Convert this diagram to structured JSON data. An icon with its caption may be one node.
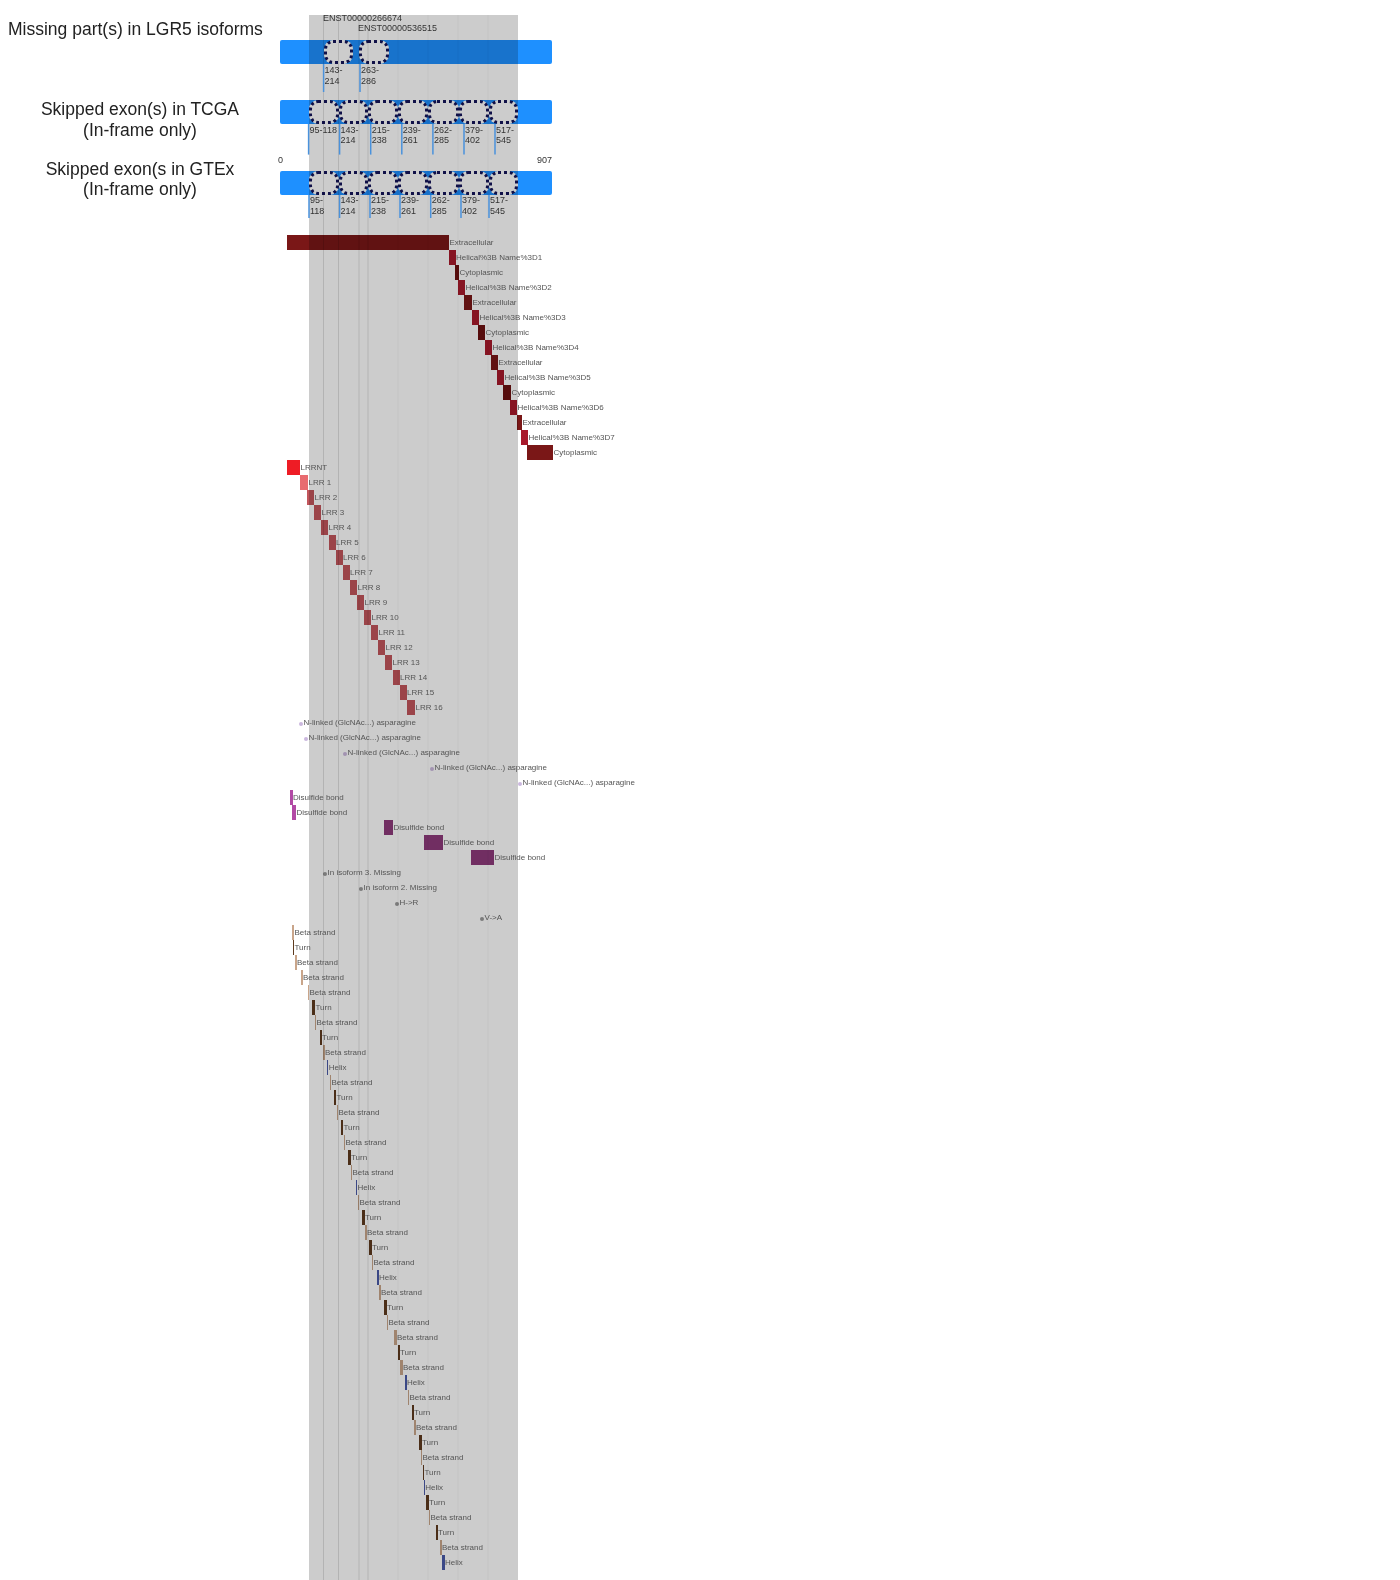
{
  "diagram": {
    "nodes": [
      {
        "text": [],
        "shape": "bar"
      },
      {
        "text": [],
        "shape": "box",
        "in": 0,
        "beside": [
          "143-214"
        ]
      },
      {
        "text": [],
        "shape": "box",
        "in": 0,
        "beside": [
          "263-286"
        ]
      },
      {
        "text": [],
        "shape": "bar"
      },
      {
        "text": [],
        "shape": "box",
        "in": 3,
        "beside": [
          "95-118"
        ]
      },
      {
        "text": [],
        "shape": "box",
        "in": 3,
        "beside": [
          "143-214"
        ]
      },
      {
        "text": [],
        "shape": "box",
        "in": 3,
        "beside": [
          "215-238"
        ]
      },
      {
        "text": [],
        "shape": "box",
        "in": 3,
        "beside": [
          "239-261"
        ]
      },
      {
        "text": [],
        "shape": "box",
        "in": 3,
        "beside": [
          "262-285"
        ]
      },
      {
        "text": [],
        "shape": "box",
        "in": 3,
        "beside": [
          "379-402"
        ]
      },
      {
        "text": [],
        "shape": "box",
        "in": 3,
        "beside": [
          "517-545"
        ]
      },
      {
        "text": [],
        "shape": "bar"
      },
      {
        "text": [],
        "shape": "box",
        "in": 11,
        "beside": [
          "95-118"
        ]
      },
      {
        "text": [],
        "shape": "box",
        "in": 11,
        "beside": [
          "143-214"
        ]
      },
      {
        "text": [],
        "shape": "box",
        "in": 11,
        "beside": [
          "215-238"
        ]
      },
      {
        "text": [],
        "shape": "box",
        "in": 11,
        "beside": [
          "239-261"
        ]
      },
      {
        "text": [],
        "shape": "box",
        "in": 11,
        "beside": [
          "262-285"
        ]
      },
      {
        "text": [],
        "shape": "box",
        "in": 11,
        "beside": [
          "379-402"
        ]
      },
      {
        "text": [],
        "shape": "box",
        "in": 11,
        "beside": [
          "517-545"
        ]
      },
      {
        "text": [],
        "shape": "bar",
        "beside": [
          "Extracellular"
        ]
      },
      {
        "text": [],
        "shape": "bar",
        "beside": [
          "Helical%3B Name%3D1"
        ]
      },
      {
        "text": [],
        "shape": "bar",
        "beside": [
          "Cytoplasmic"
        ]
      },
      {
        "text": [],
        "shape": "bar",
        "beside": [
          "Helical%3B Name%3D2"
        ]
      },
      {
        "text": [],
        "shape": "bar",
        "beside": [
          "Extracellular"
        ]
      },
      {
        "text": [],
        "shape": "bar",
        "beside": [
          "Helical%3B Name%3D3"
        ]
      },
      {
        "text": [],
        "shape": "bar",
        "beside": [
          "Cytoplasmic"
        ]
      },
      {
        "text": [],
        "shape": "bar",
        "beside": [
          "Helical%3B Name%3D4"
        ]
      },
      {
        "text": [],
        "shape": "bar",
        "beside": [
          "Extracellular"
        ]
      },
      {
        "text": [],
        "shape": "bar",
        "beside": [
          "Helical%3B Name%3D5"
        ]
      },
      {
        "text": [],
        "shape": "bar",
        "beside": [
          "Cytoplasmic"
        ]
      },
      {
        "text": [],
        "shape": "bar",
        "beside": [
          "Helical%3B Name%3D6"
        ]
      },
      {
        "text": [],
        "shape": "bar",
        "beside": [
          "Extracellular"
        ]
      },
      {
        "text": [],
        "shape": "bar",
        "beside": [
          "Helical%3B Name%3D7"
        ]
      },
      {
        "text": [],
        "shape": "bar",
        "beside": [
          "Cytoplasmic"
        ]
      },
      {
        "text": [],
        "shape": "bar",
        "beside": [
          "LRRNT"
        ]
      },
      {
        "text": [],
        "shape": "bar",
        "beside": [
          "LRR 1"
        ]
      },
      {
        "text": [],
        "shape": "bar",
        "beside": [
          "LRR 2"
        ]
      },
      {
        "text": [],
        "shape": "bar",
        "beside": [
          "LRR 3"
        ]
      },
      {
        "text": [],
        "shape": "bar",
        "beside": [
          "LRR 4"
        ]
      },
      {
        "text": [],
        "shape": "bar",
        "beside": [
          "LRR 5"
        ]
      },
      {
        "text": [],
        "shape": "bar",
        "beside": [
          "LRR 6"
        ]
      },
      {
        "text": [],
        "shape": "bar",
        "beside": [
          "LRR 7"
        ]
      },
      {
        "text": [],
        "shape": "bar",
        "beside": [
          "LRR 8"
        ]
      },
      {
        "text": [],
        "shape": "bar",
        "beside": [
          "LRR 9"
        ]
      },
      {
        "text": [],
        "shape": "bar",
        "beside": [
          "LRR 10"
        ]
      },
      {
        "text": [],
        "shape": "bar",
        "beside": [
          "LRR 11"
        ]
      },
      {
        "text": [],
        "shape": "bar",
        "beside": [
          "LRR 12"
        ]
      },
      {
        "text": [],
        "shape": "bar",
        "beside": [
          "LRR 13"
        ]
      },
      {
        "text": [],
        "shape": "bar",
        "beside": [
          "LRR 14"
        ]
      },
      {
        "text": [],
        "shape": "bar",
        "beside": [
          "LRR 15"
        ]
      },
      {
        "text": [],
        "shape": "bar",
        "beside": [
          "LRR 16"
        ]
      },
      {
        "text": [],
        "shape": "circle",
        "beside": [
          "N-linked (GlcNAc...) asparagine"
        ]
      },
      {
        "text": [],
        "shape": "circle",
        "beside": [
          "N-linked (GlcNAc...) asparagine"
        ]
      },
      {
        "text": [],
        "shape": "circle",
        "beside": [
          "N-linked (GlcNAc...) asparagine"
        ]
      },
      {
        "text": [],
        "shape": "circle",
        "beside": [
          "N-linked (GlcNAc...) asparagine"
        ]
      },
      {
        "text": [],
        "shape": "circle",
        "beside": [
          "N-linked (GlcNAc...) asparagine"
        ]
      },
      {
        "text": [],
        "shape": "bar",
        "beside": [
          "Disulfide bond"
        ]
      },
      {
        "text": [],
        "shape": "bar",
        "beside": [
          "Disulfide bond"
        ]
      },
      {
        "text": [],
        "shape": "bar",
        "beside": [
          "Disulfide bond"
        ]
      },
      {
        "text": [],
        "shape": "bar",
        "beside": [
          "Disulfide bond"
        ]
      },
      {
        "text": [],
        "shape": "bar",
        "beside": [
          "Disulfide bond"
        ]
      },
      {
        "text": [],
        "shape": "circle",
        "beside": [
          "In isoform 3. Missing"
        ]
      },
      {
        "text": [],
        "shape": "circle",
        "beside": [
          "In isoform 2. Missing"
        ]
      },
      {
        "text": [],
        "shape": "circle",
        "beside": [
          "H->R"
        ]
      },
      {
        "text": [],
        "shape": "circle",
        "beside": [
          "V->A"
        ]
      },
      {
        "text": [],
        "shape": "bar",
        "beside": [
          "Beta strand"
        ]
      },
      {
        "text": [],
        "shape": "bar",
        "beside": [
          "Turn"
        ]
      },
      {
        "text": [],
        "shape": "bar",
        "beside": [
          "Beta strand"
        ]
      },
      {
        "text": [],
        "shape": "bar",
        "beside": [
          "Beta strand"
        ]
      },
      {
        "text": [],
        "shape": "bar",
        "beside": [
          "Beta strand"
        ]
      },
      {
        "text": [],
        "shape": "bar",
        "beside": [
          "Turn"
        ]
      },
      {
        "text": [],
        "shape": "bar",
        "beside": [
          "Beta strand"
        ]
      },
      {
        "text": [],
        "shape": "bar",
        "beside": [
          "Turn"
        ]
      },
      {
        "text": [],
        "shape": "bar",
        "beside": [
          "Beta strand"
        ]
      },
      {
        "text": [],
        "shape": "bar",
        "beside": [
          "Helix"
        ]
      },
      {
        "text": [],
        "shape": "bar",
        "beside": [
          "Beta strand"
        ]
      },
      {
        "text": [],
        "shape": "bar",
        "beside": [
          "Turn"
        ]
      },
      {
        "text": [],
        "shape": "bar",
        "beside": [
          "Beta strand"
        ]
      },
      {
        "text": [],
        "shape": "bar",
        "beside": [
          "Turn"
        ]
      },
      {
        "text": [],
        "shape": "bar",
        "beside": [
          "Beta strand"
        ]
      },
      {
        "text": [],
        "shape": "bar",
        "beside": [
          "Turn"
        ]
      },
      {
        "text": [],
        "shape": "bar",
        "beside": [
          "Beta strand"
        ]
      },
      {
        "text": [],
        "shape": "bar",
        "beside": [
          "Helix"
        ]
      },
      {
        "text": [],
        "shape": "bar",
        "beside": [
          "Beta strand"
        ]
      },
      {
        "text": [],
        "shape": "bar",
        "beside": [
          "Turn"
        ]
      },
      {
        "text": [],
        "shape": "bar",
        "beside": [
          "Beta strand"
        ]
      },
      {
        "text": [],
        "shape": "bar",
        "beside": [
          "Turn"
        ]
      },
      {
        "text": [],
        "shape": "bar",
        "beside": [
          "Beta strand"
        ]
      },
      {
        "text": [],
        "shape": "bar",
        "beside": [
          "Helix"
        ]
      },
      {
        "text": [],
        "shape": "bar",
        "beside": [
          "Beta strand"
        ]
      },
      {
        "text": [],
        "shape": "bar",
        "beside": [
          "Turn"
        ]
      },
      {
        "text": [],
        "shape": "bar",
        "beside": [
          "Beta strand"
        ]
      },
      {
        "text": [],
        "shape": "bar",
        "beside": [
          "Beta strand"
        ]
      },
      {
        "text": [],
        "shape": "bar",
        "beside": [
          "Turn"
        ]
      },
      {
        "text": [],
        "shape": "bar",
        "beside": [
          "Beta strand"
        ]
      },
      {
        "text": [],
        "shape": "bar",
        "beside": [
          "Helix"
        ]
      },
      {
        "text": [],
        "shape": "bar",
        "beside": [
          "Beta strand"
        ]
      },
      {
        "text": [],
        "shape": "bar",
        "beside": [
          "Turn"
        ]
      },
      {
        "text": [],
        "shape": "bar",
        "beside": [
          "Beta strand"
        ]
      },
      {
        "text": [],
        "shape": "bar",
        "beside": [
          "Turn"
        ]
      },
      {
        "text": [],
        "shape": "bar",
        "beside": [
          "Beta strand"
        ]
      },
      {
        "text": [],
        "shape": "bar",
        "beside": [
          "Turn"
        ]
      },
      {
        "text": [],
        "shape": "bar",
        "beside": [
          "Helix"
        ]
      },
      {
        "text": [],
        "shape": "bar",
        "beside": [
          "Turn"
        ]
      },
      {
        "text": [],
        "shape": "bar",
        "beside": [
          "Beta strand"
        ]
      },
      {
        "text": [],
        "shape": "bar",
        "beside": [
          "Turn"
        ]
      },
      {
        "text": [],
        "shape": "bar",
        "beside": [
          "Beta strand"
        ]
      },
      {
        "text": [],
        "shape": "bar",
        "beside": [
          "Helix"
        ]
      }
    ],
    "labels": [
      "Missing part(s) in LGR5 isoforms",
      "ENST00000266674",
      "ENST00000536515",
      "Skipped exon(s) in TCGA (In-frame only)",
      "0",
      "907",
      "Skipped exon(s in GTEx (In-frame only)"
    ]
  }
}
